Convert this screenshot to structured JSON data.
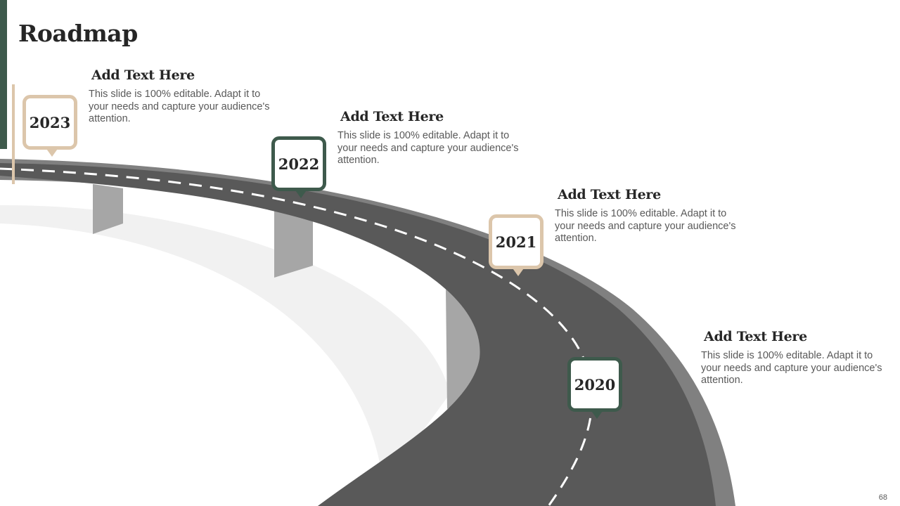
{
  "slide": {
    "title": "Roadmap",
    "page_number": "68"
  },
  "milestones": [
    {
      "year": "2023",
      "heading": "Add Text Here",
      "body": "This slide is 100% editable. Adapt it to your needs and capture your audience's attention."
    },
    {
      "year": "2022",
      "heading": "Add Text Here",
      "body": "This slide is 100% editable. Adapt it to your needs and capture your audience's attention."
    },
    {
      "year": "2021",
      "heading": "Add Text Here",
      "body": "This slide is 100% editable. Adapt it to your needs and capture your audience's attention."
    },
    {
      "year": "2020",
      "heading": "Add Text Here",
      "body": "This slide is 100% editable. Adapt it to your needs and capture your audience's attention."
    }
  ],
  "colors": {
    "accent_green": "#3e5a4c",
    "accent_beige": "#dcc6ab",
    "road": "#595959",
    "road_edge": "#808080",
    "pillar": "#a6a6a6",
    "shadow": "#f0f0f0"
  },
  "icons": {
    "road": "curved-road-illustration",
    "marker": "speech-bubble-map-pin"
  }
}
